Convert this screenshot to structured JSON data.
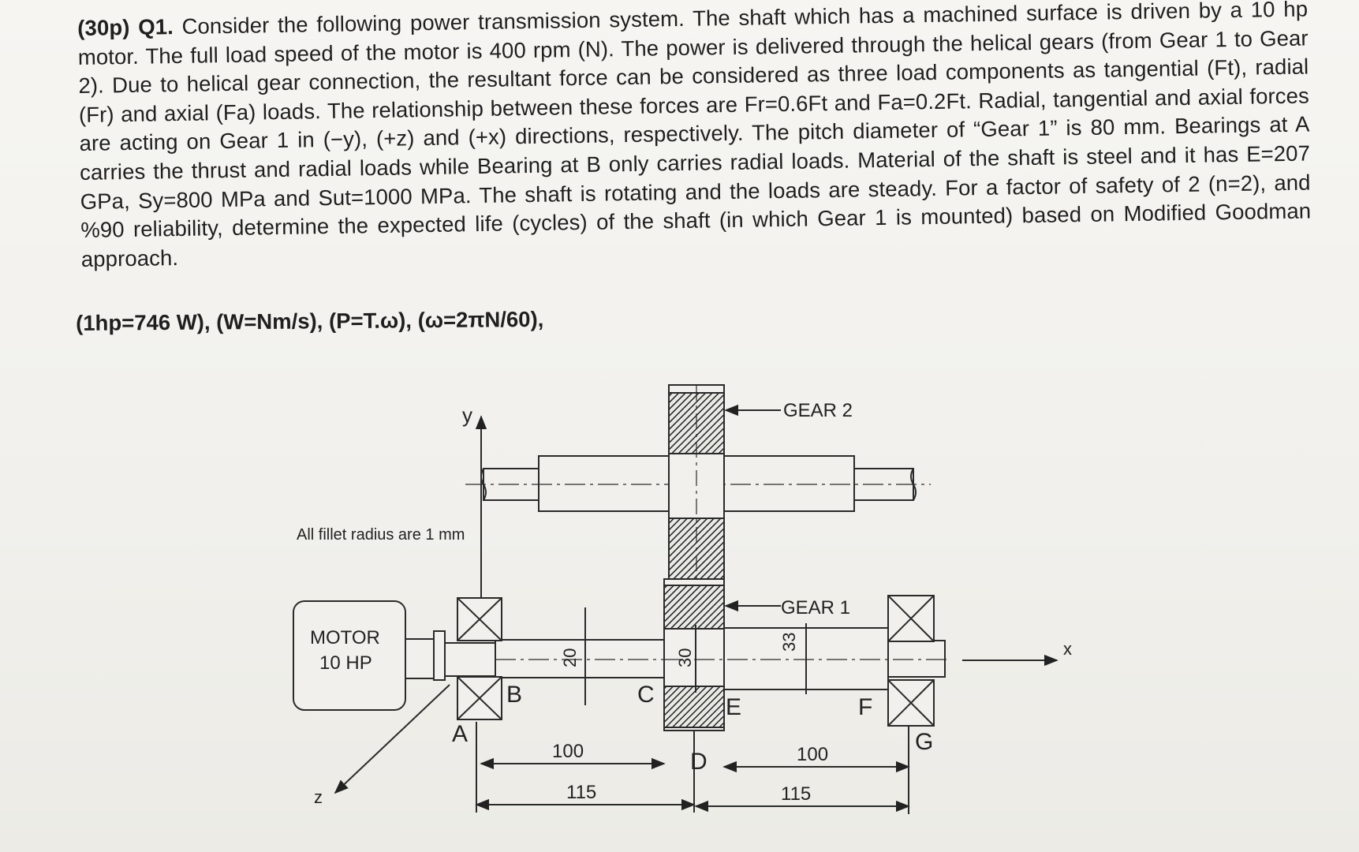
{
  "problem": {
    "label": "(30p) Q1.",
    "text": "Consider the following power transmission system. The shaft which has a machined surface is driven by a 10 hp motor. The full load speed of the motor is 400 rpm (N). The power is delivered through the helical gears (from Gear 1 to Gear 2). Due to helical gear connection, the resultant force can be considered as three load components as tangential (Ft), radial (Fr) and axial (Fa) loads. The relationship between these forces are Fr=0.6Ft and Fa=0.2Ft. Radial, tangential and axial forces are acting on Gear 1 in (−y), (+z) and (+x) directions, respectively. The pitch diameter of “Gear 1” is 80 mm. Bearings at A carries the thrust and radial loads while Bearing at B only carries radial loads. Material of the shaft is steel and it has E=207 GPa, Sy=800 MPa and Sut=1000 MPa. The shaft is rotating and the loads are steady. For a factor of safety of 2 (n=2), and %90 reliability, determine the expected life (cycles) of the shaft (in which Gear 1 is mounted) based on Modified Goodman approach."
  },
  "formulas": "(1hp=746 W), (W=Nm/s), (P=T.ω), (ω=2πN/60),",
  "diagram": {
    "axis_y": "y",
    "axis_x": "x",
    "axis_z": "z",
    "fillet_note": "All fillet radius are 1 mm",
    "motor_line1": "MOTOR",
    "motor_line2": "10 HP",
    "gear2": "GEAR 2",
    "gear1": "GEAR 1",
    "point_a": "A",
    "point_b": "B",
    "point_c": "C",
    "point_d": "D",
    "point_e": "E",
    "point_f": "F",
    "point_g": "G",
    "dim_20": "20",
    "dim_30": "30",
    "dim_33": "33",
    "dim_100_left": "100",
    "dim_115_left": "115",
    "dim_100_right": "100",
    "dim_115_right": "115"
  }
}
